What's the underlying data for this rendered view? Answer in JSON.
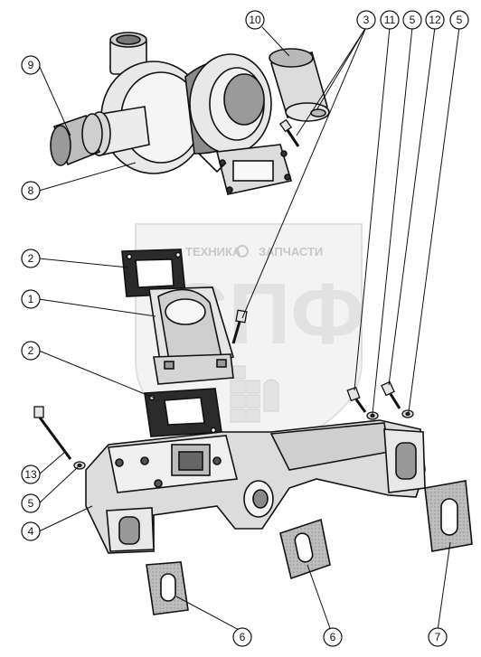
{
  "watermark": {
    "text_left": "ТЕХНИКА",
    "text_right": "ЗАПЧАСТИ",
    "letters": "СПФ"
  },
  "callouts": [
    {
      "id": "c10",
      "label": "10"
    },
    {
      "id": "c3",
      "label": "3"
    },
    {
      "id": "c11",
      "label": "11"
    },
    {
      "id": "c5a",
      "label": "5"
    },
    {
      "id": "c12",
      "label": "12"
    },
    {
      "id": "c5b",
      "label": "5"
    },
    {
      "id": "c9",
      "label": "9"
    },
    {
      "id": "c8",
      "label": "8"
    },
    {
      "id": "c2a",
      "label": "2"
    },
    {
      "id": "c1",
      "label": "1"
    },
    {
      "id": "c2b",
      "label": "2"
    },
    {
      "id": "c13",
      "label": "13"
    },
    {
      "id": "c5c",
      "label": "5"
    },
    {
      "id": "c4",
      "label": "4"
    },
    {
      "id": "c6a",
      "label": "6"
    },
    {
      "id": "c6b",
      "label": "6"
    },
    {
      "id": "c7",
      "label": "7"
    }
  ]
}
